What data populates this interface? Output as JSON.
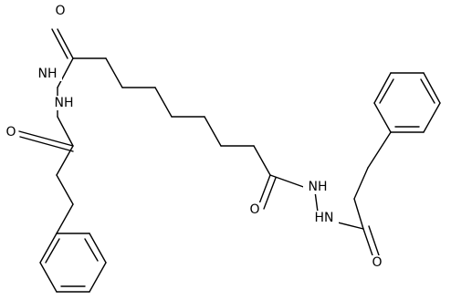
{
  "molecule": {
    "atoms": [
      {
        "id": "o1",
        "label": "O"
      },
      {
        "id": "o2",
        "label": "O"
      },
      {
        "id": "o3",
        "label": "O"
      },
      {
        "id": "o4",
        "label": "O"
      },
      {
        "id": "n1",
        "label": "NH"
      },
      {
        "id": "n2",
        "label": "NH"
      },
      {
        "id": "n3",
        "label": "NH"
      },
      {
        "id": "n4",
        "label": "HN"
      }
    ]
  }
}
